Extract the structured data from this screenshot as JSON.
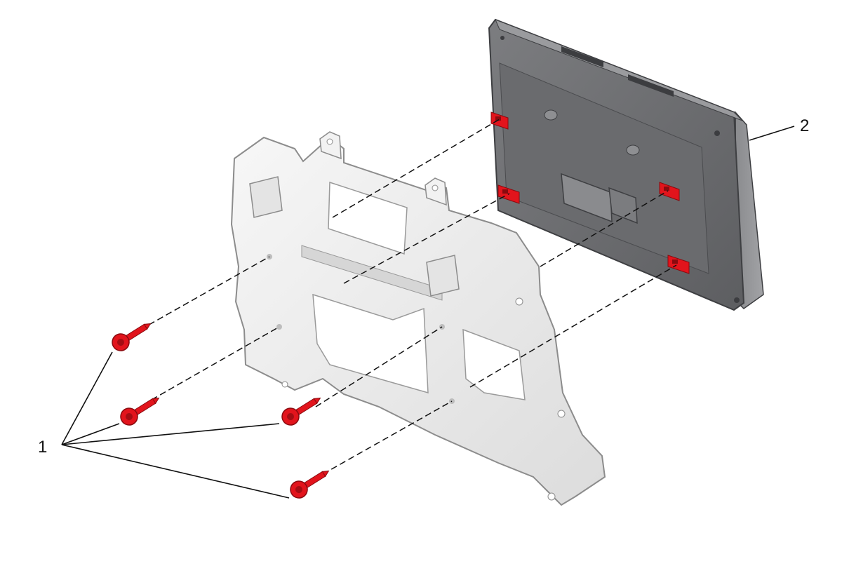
{
  "diagram": {
    "callouts": [
      {
        "id": "1",
        "label": "1"
      },
      {
        "id": "2",
        "label": "2"
      }
    ],
    "colors": {
      "fastener": "#e2141c",
      "module_body": "#6f7073",
      "bracket": "#ececec",
      "leader": "#111111"
    }
  }
}
